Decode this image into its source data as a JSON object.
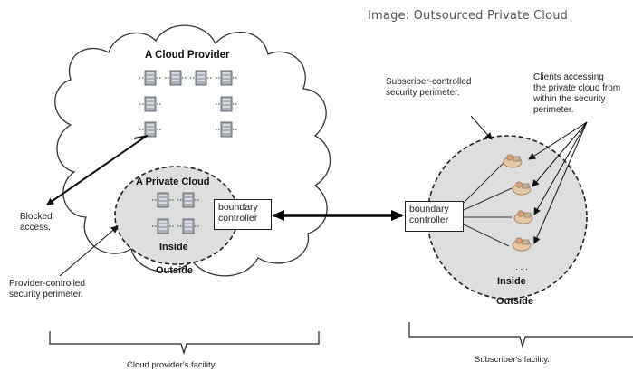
{
  "caption": "Image: Outsourced Private Cloud",
  "provider": {
    "cloud_title": "A Cloud Provider",
    "private_cloud_title": "A Private Cloud",
    "inside_label": "Inside",
    "outside_label": "Outside",
    "boundary_line1": "boundary",
    "boundary_line2": "controller",
    "blocked_note": "Blocked\naccess.",
    "perimeter_note": "Provider-controlled\nsecurity perimeter.",
    "facility_label": "Cloud provider's facility."
  },
  "subscriber": {
    "perimeter_note": "Subscriber-controlled\nsecurity perimeter.",
    "clients_note": "Clients accessing\nthe private cloud from\nwithin the security\nperimeter.",
    "boundary_line1": "boundary",
    "boundary_line2": "controller",
    "ellipsis": ". . .",
    "inside_label": "Inside",
    "outside_label": "Outside",
    "facility_label": "Subscriber's facility."
  },
  "icons": [
    "server-icon",
    "client-user-icon"
  ]
}
